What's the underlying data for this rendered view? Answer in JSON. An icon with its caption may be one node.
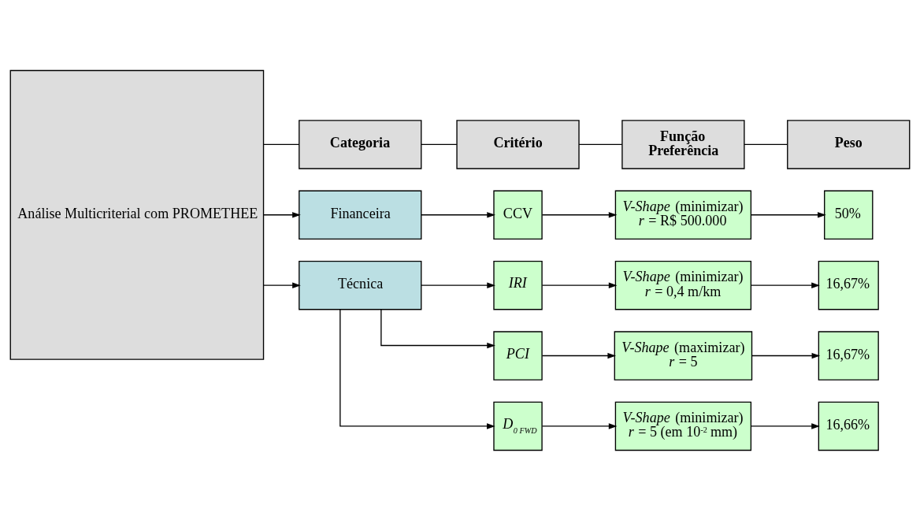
{
  "diagram": {
    "nodes": [
      {
        "text": [
          "Análise Multicriterial com PROMETHEE"
        ]
      },
      {
        "text": [
          "Categoria"
        ]
      },
      {
        "text": [
          "Critério"
        ]
      },
      {
        "text": [
          "Função Preferência"
        ]
      },
      {
        "text": [
          "Peso"
        ]
      },
      {
        "text": [
          "Financeira"
        ]
      },
      {
        "text": [
          "CCV"
        ]
      },
      {
        "text": [
          "*V-Shape* (minimizar) *r* = R$ 500.000"
        ]
      },
      {
        "text": [
          "50%"
        ]
      },
      {
        "text": [
          "Técnica"
        ]
      },
      {
        "text": [
          "IRI"
        ]
      },
      {
        "text": [
          "*V-Shape* (minimizar) *r* = 0,4 m/km"
        ]
      },
      {
        "text": [
          "16,67%"
        ]
      },
      {
        "text": [
          "PCI"
        ]
      },
      {
        "text": [
          "*V-Shape* (maximizar) *r* = 5"
        ]
      },
      {
        "text": [
          "16,67%"
        ]
      },
      {
        "text": [
          "D$_{0 FWD}$"
        ]
      },
      {
        "text": [
          "*V-Shape* (minimizar) *r* = 5 (em 10$^{-2}$ mm)"
        ]
      },
      {
        "text": [
          "16,66%"
        ]
      }
    ],
    "edges": [
      {
        "from": 0,
        "to": 1,
        "arrow": "none"
      },
      {
        "from": 1,
        "to": 2,
        "arrow": "none"
      },
      {
        "from": 2,
        "to": 3,
        "arrow": "none"
      },
      {
        "from": 3,
        "to": 4,
        "arrow": "none"
      },
      {
        "from": 0,
        "to": 5,
        "arrow": "to"
      },
      {
        "from": 0,
        "to": 9,
        "arrow": "to"
      },
      {
        "from": 5,
        "to": 6,
        "arrow": "to"
      },
      {
        "from": 6,
        "to": 7,
        "arrow": "to"
      },
      {
        "from": 7,
        "to": 8,
        "arrow": "to"
      },
      {
        "from": 9,
        "to": 10,
        "arrow": "to"
      },
      {
        "from": 9,
        "to": 13,
        "arrow": "to"
      },
      {
        "from": 9,
        "to": 16,
        "arrow": "to"
      },
      {
        "from": 10,
        "to": 11,
        "arrow": "to"
      },
      {
        "from": 11,
        "to": 12,
        "arrow": "to"
      },
      {
        "from": 13,
        "to": 14,
        "arrow": "to"
      },
      {
        "from": 14,
        "to": 15,
        "arrow": "to"
      },
      {
        "from": 16,
        "to": 17,
        "arrow": "to"
      },
      {
        "from": 17,
        "to": 18,
        "arrow": "to"
      }
    ]
  }
}
